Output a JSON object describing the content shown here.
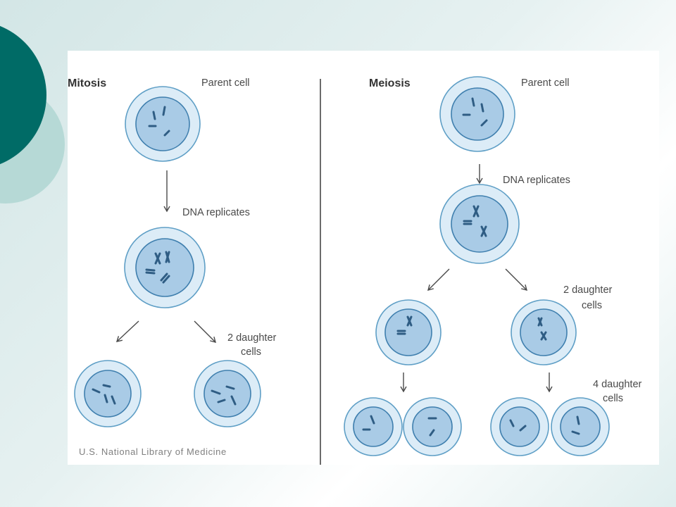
{
  "slide": {
    "accent_dark": "#006b66",
    "accent_light": "#b6d9d6"
  },
  "mitosis": {
    "title": "Mitosis",
    "parent_label": "Parent cell",
    "replicate_label": "DNA replicates",
    "daughter_label_line1": "2 daughter",
    "daughter_label_line2": "cells"
  },
  "meiosis": {
    "title": "Meiosis",
    "parent_label": "Parent cell",
    "replicate_label": "DNA replicates",
    "two_daughter_line1": "2 daughter",
    "two_daughter_line2": "cells",
    "four_daughter_line1": "4 daughter",
    "four_daughter_line2": "cells"
  },
  "credit": "U.S. National Library of Medicine",
  "colors": {
    "cell_outer": "#dcecf7",
    "cell_outer_stroke": "#5f9fc6",
    "nucleus": "#a9cbe6",
    "nucleus_stroke": "#3f7fae",
    "chromosome": "#2f5d84",
    "arrow": "#4a4a4a"
  }
}
